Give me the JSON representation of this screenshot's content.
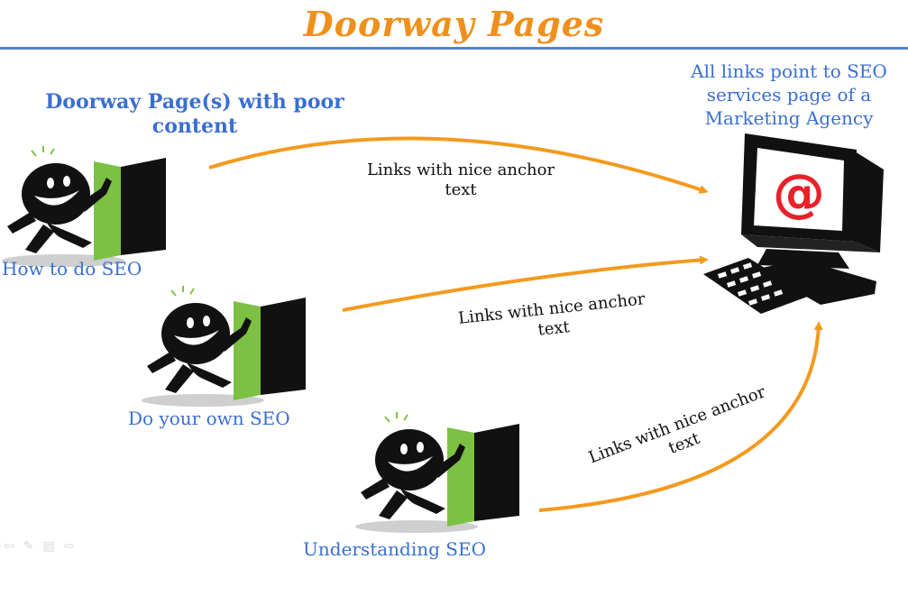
{
  "title": "Doorway Pages",
  "heading": [
    "Doorway Page(s) with poor",
    "content"
  ],
  "target_text": [
    "All links point to SEO",
    "services page of a",
    "Marketing Agency"
  ],
  "doorway_pages": [
    {
      "label": "How to do SEO"
    },
    {
      "label": "Do your own SEO"
    },
    {
      "label": "Understanding SEO"
    }
  ],
  "links": [
    {
      "text": [
        "Links with nice anchor",
        "text"
      ]
    },
    {
      "text": [
        "Links with nice anchor",
        "text"
      ]
    },
    {
      "text": [
        "Links with nice anchor",
        "text"
      ]
    }
  ],
  "computer_screen_symbol": "@",
  "icons": {
    "page_figure": "smiley-door-icon",
    "target": "computer-icon",
    "nav": [
      "prev-arrow-icon",
      "pen-icon",
      "menu-icon",
      "next-arrow-icon"
    ]
  },
  "colors": {
    "title": "#f0901c",
    "rule": "#5a7fd0",
    "label_text": "#3a6fd0",
    "arrow": "#f39a1e",
    "door_green": "#7cc143",
    "at_red": "#e8212b"
  }
}
